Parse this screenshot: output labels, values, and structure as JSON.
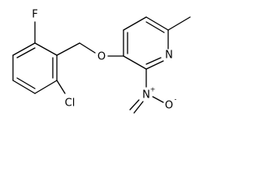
{
  "atoms": {
    "fluorine": "F",
    "chlorine": "Cl",
    "oxygen_ether": "O",
    "nitrogen_ring": "N",
    "nitrogen_nitro": "N",
    "nitro_plus": "+",
    "oxygen_nitro": "O",
    "nitro_minus": "-"
  },
  "colors": {
    "bond": "#000000",
    "background": "#ffffff"
  }
}
